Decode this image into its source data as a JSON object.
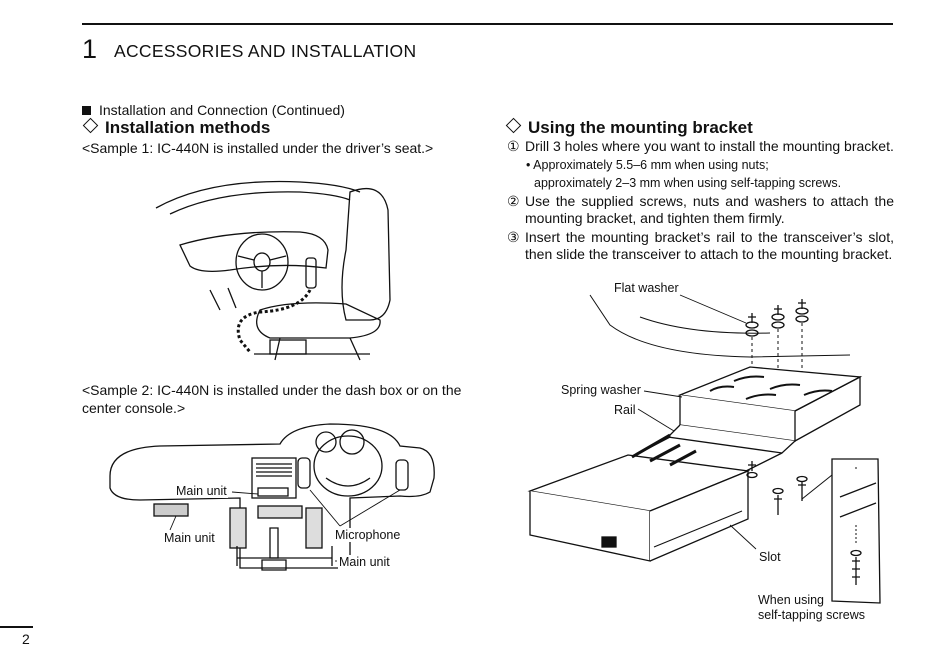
{
  "header": {
    "chapter_number": "1",
    "chapter_title": "ACCESSORIES AND INSTALLATION"
  },
  "left": {
    "section_label": "Installation and Connection (Continued)",
    "heading": "Installation methods",
    "sample1": "<Sample 1: IC-440N is installed under the driver’s seat.>",
    "sample2_line1": "<Sample 2: IC-440N is installed under the dash box or on the",
    "sample2_line2": "center console.>",
    "dash_labels": {
      "main_unit_a": "Main unit",
      "main_unit_b": "Main unit",
      "main_unit_c": "Main unit",
      "microphone": "Microphone"
    }
  },
  "right": {
    "heading": "Using the mounting bracket",
    "steps": [
      {
        "num": "①",
        "text": "Drill 3 holes where you want to install the mounting bracket."
      },
      {
        "num": "②",
        "text": "Use the supplied screws, nuts and washers to attach the mounting bracket, and tighten them firmly."
      },
      {
        "num": "③",
        "text": "Insert the mounting bracket’s rail to the transceiver’s slot, then slide the transceiver to attach to the mounting bracket."
      }
    ],
    "bullet_line1": "• Approximately 5.5–6 mm when using nuts;",
    "bullet_line2": "approximately 2–3 mm when using self-tapping screws.",
    "diagram_labels": {
      "flat_washer": "Flat washer",
      "spring_washer": "Spring washer",
      "rail": "Rail",
      "slot": "Slot",
      "self_tap_line1": "When using",
      "self_tap_line2": "self-tapping screws"
    }
  },
  "footer": {
    "page_number": "2"
  }
}
